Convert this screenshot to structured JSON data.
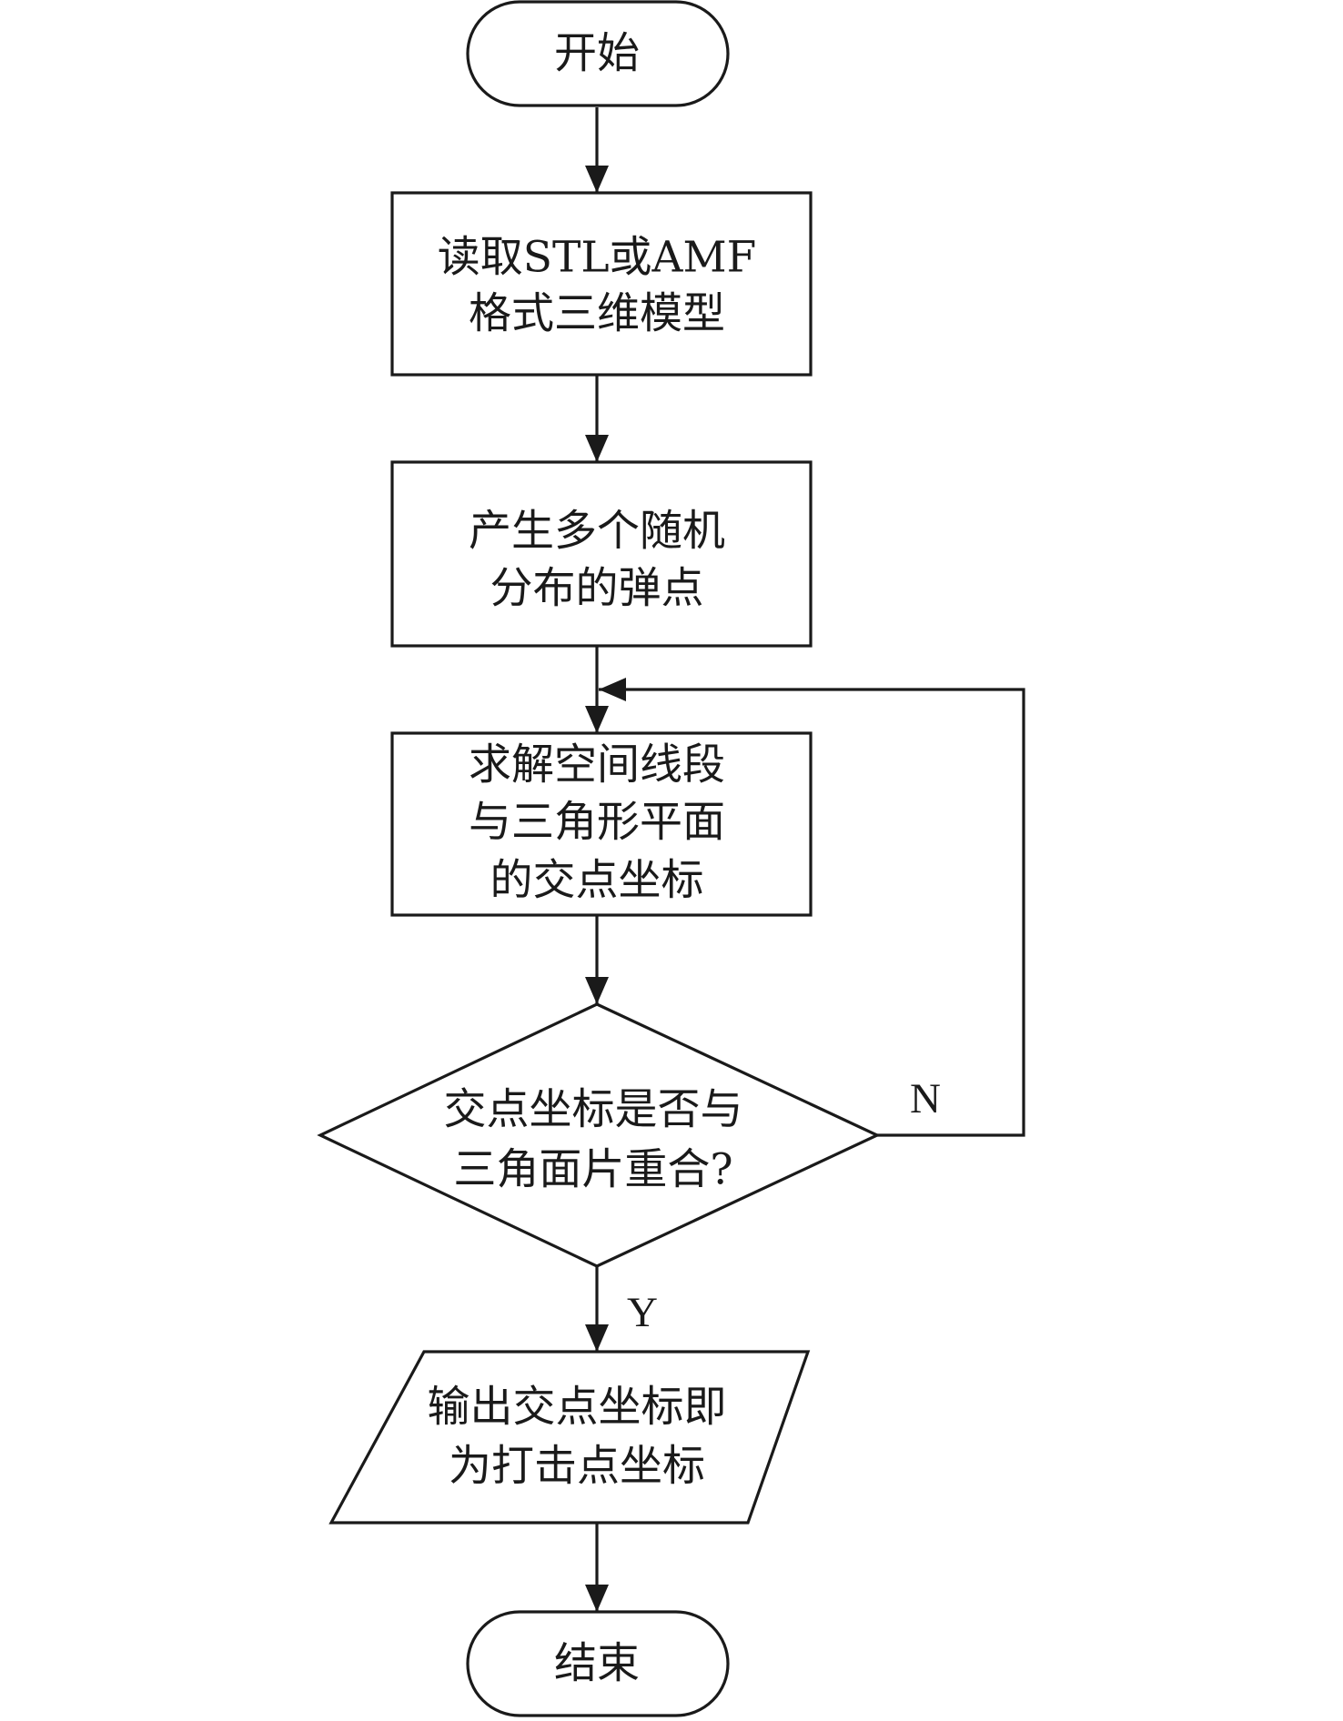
{
  "diagram": {
    "type": "flowchart",
    "nodes": {
      "start": {
        "shape": "terminal",
        "lines": [
          "开始"
        ]
      },
      "read_model": {
        "shape": "process",
        "lines": [
          "读取STL或AMF",
          "格式三维模型"
        ]
      },
      "generate_points": {
        "shape": "process",
        "lines": [
          "产生多个随机",
          "分布的弹点"
        ]
      },
      "solve_intersection": {
        "shape": "process",
        "lines": [
          "求解空间线段",
          "与三角形平面",
          "的交点坐标"
        ]
      },
      "check_overlap": {
        "shape": "decision",
        "lines": [
          "交点坐标是否与",
          "三角面片重合?"
        ]
      },
      "output_coords": {
        "shape": "io",
        "lines": [
          "输出交点坐标即",
          "为打击点坐标"
        ]
      },
      "end": {
        "shape": "terminal",
        "lines": [
          "结束"
        ]
      }
    },
    "edges": [
      {
        "from": "start",
        "to": "read_model",
        "label": ""
      },
      {
        "from": "read_model",
        "to": "generate_points",
        "label": ""
      },
      {
        "from": "generate_points",
        "to": "solve_intersection",
        "label": ""
      },
      {
        "from": "solve_intersection",
        "to": "check_overlap",
        "label": ""
      },
      {
        "from": "check_overlap",
        "to": "output_coords",
        "label": "Y"
      },
      {
        "from": "check_overlap",
        "to": "solve_intersection",
        "label": "N"
      },
      {
        "from": "output_coords",
        "to": "end",
        "label": ""
      }
    ]
  }
}
